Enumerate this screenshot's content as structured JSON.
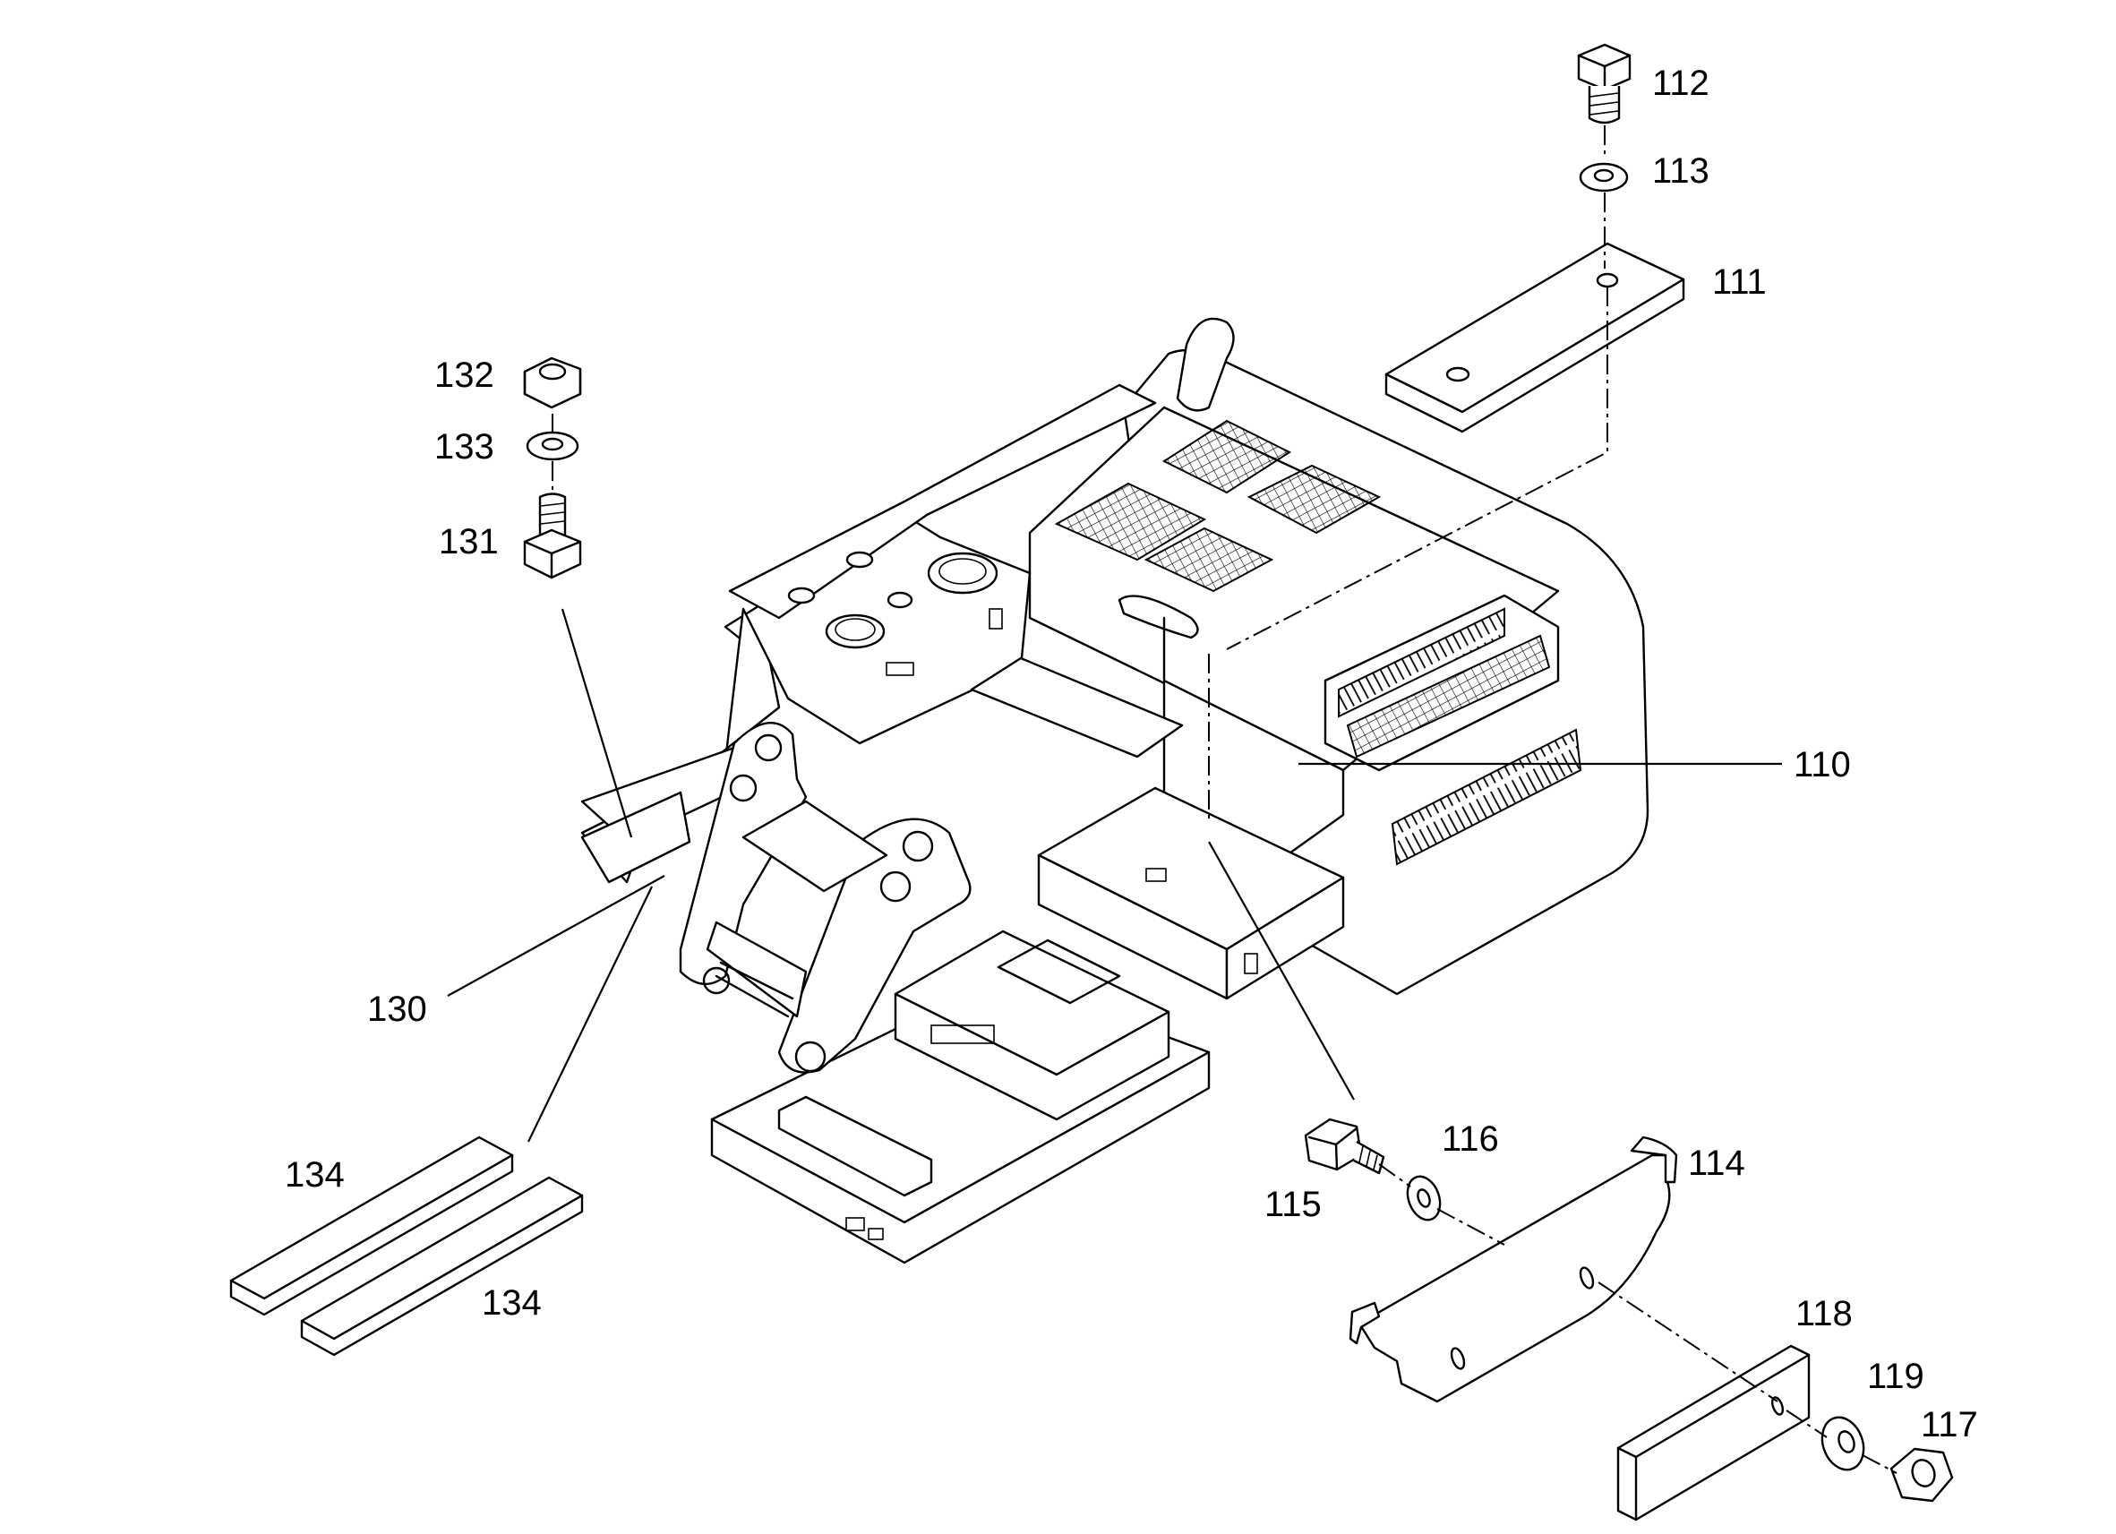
{
  "callouts": {
    "c110": "110",
    "c111": "111",
    "c112": "112",
    "c113": "113",
    "c114": "114",
    "c115": "115",
    "c116": "116",
    "c117": "117",
    "c118": "118",
    "c119": "119",
    "c130": "130",
    "c131": "131",
    "c132": "132",
    "c133": "133",
    "c134a": "134",
    "c134b": "134"
  },
  "colors": {
    "line": "#000000",
    "background": "#ffffff"
  }
}
